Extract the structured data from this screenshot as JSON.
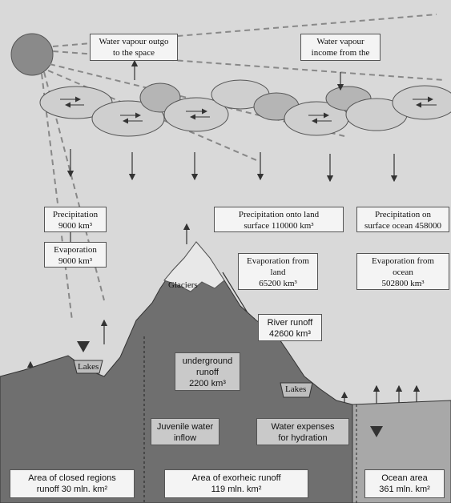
{
  "diagram": {
    "labels": {
      "vapour_out": [
        "Water vapour outgo",
        "to the space"
      ],
      "vapour_in": [
        "Water vapour",
        "income from the"
      ],
      "precip_total": [
        "Precipitation",
        "9000 km³"
      ],
      "evap_total": [
        "Evaporation",
        "9000 km³"
      ],
      "precip_land": [
        "Precipitation onto land",
        "surface 110000 km³"
      ],
      "precip_ocean": [
        "Precipitation on",
        "surface ocean 458000"
      ],
      "evap_land": [
        "Evaporation from",
        "land",
        "65200 km³"
      ],
      "evap_ocean": [
        "Evaporation from",
        "ocean",
        "502800 km³"
      ],
      "river": [
        "River runoff",
        "42600 km³"
      ],
      "underground": [
        "underground",
        "runoff",
        "2200 km³"
      ],
      "juvenile": [
        "Juvenile water",
        "inflow"
      ],
      "hydration": [
        "Water expenses",
        "for hydration"
      ],
      "area_closed": [
        "Area of closed regions",
        "runoff 30 mln. km²"
      ],
      "area_exorheic": [
        "Area of exorheic runoff",
        "119 mln. km²"
      ],
      "area_ocean": [
        "Ocean area",
        "361 mln. km²"
      ]
    },
    "place_labels": {
      "glaciers": "Glaciers",
      "lakes_left": "Lakes",
      "lakes_right": "Lakes"
    },
    "colors": {
      "background": "#d9d9d9",
      "ground": "#6f6f6f",
      "ocean": "#a8a8a8",
      "cloud": "#d0d0d0",
      "sun": "#8a8a8a",
      "box": "#f4f4f4"
    }
  }
}
